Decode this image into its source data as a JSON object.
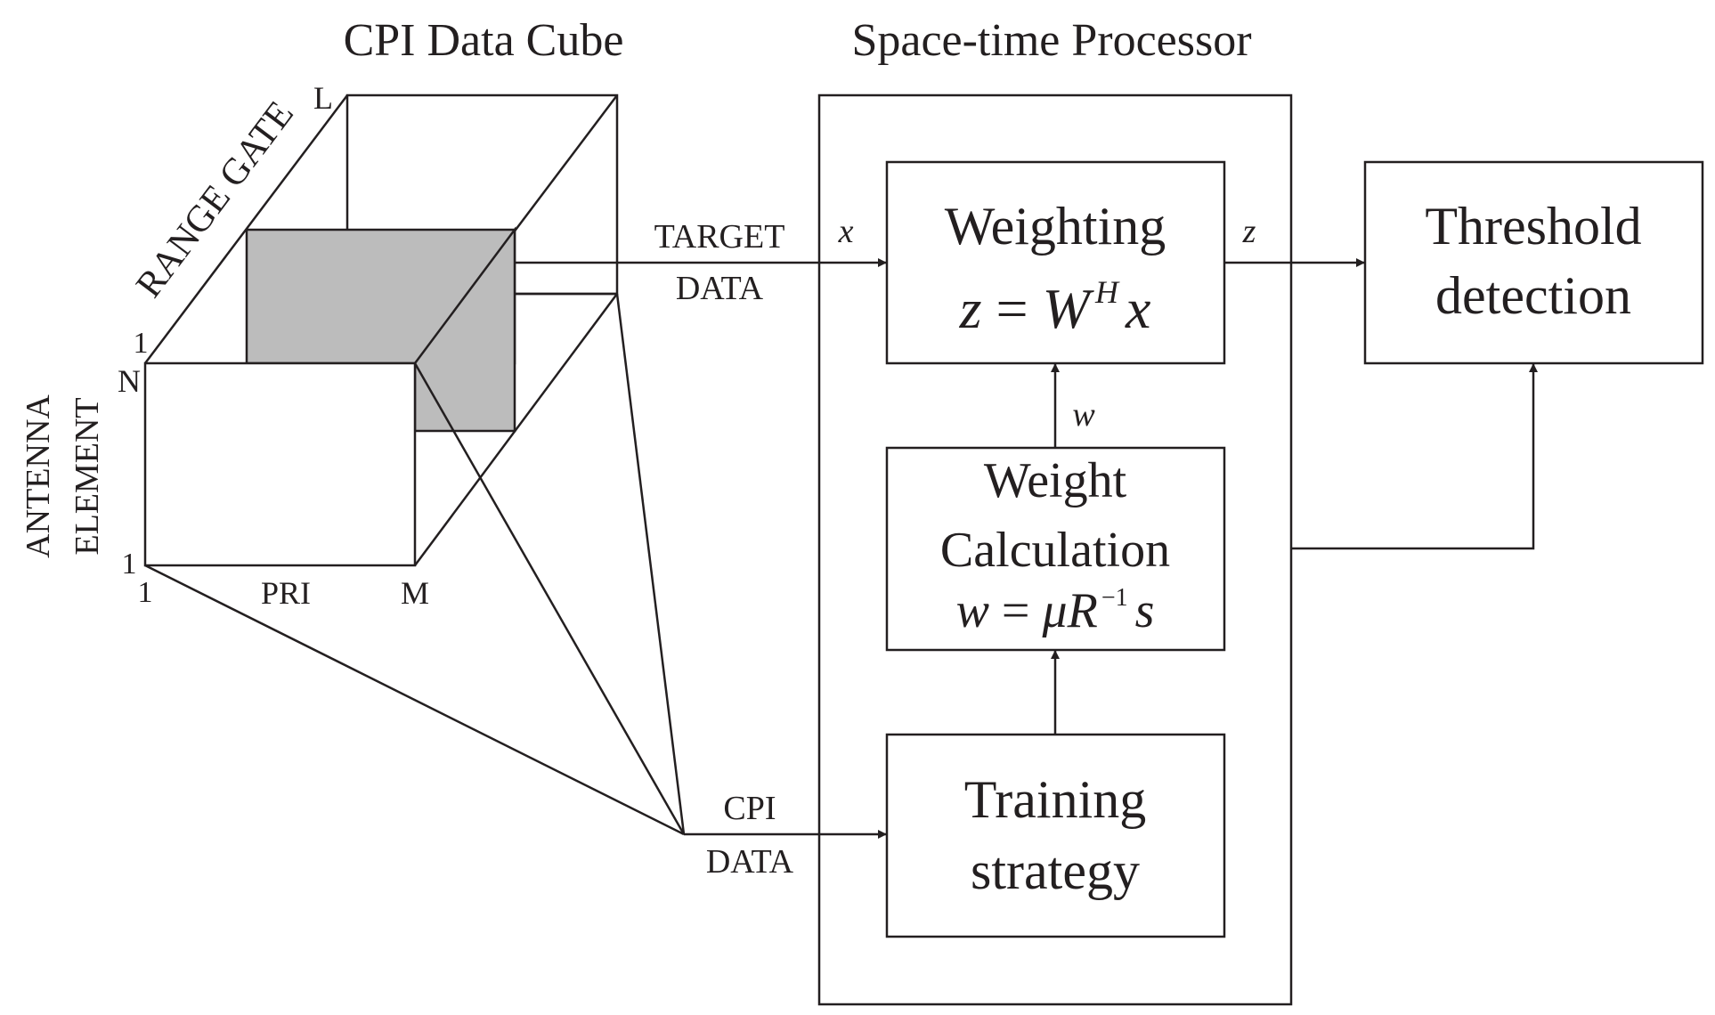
{
  "titles": {
    "cube": "CPI Data Cube",
    "processor": "Space-time Processor"
  },
  "cube_labels": {
    "range_gate": "RANGE GATE",
    "antenna_line1": "ANTENNA",
    "antenna_line2": "ELEMENT",
    "pri": "PRI",
    "L": "L",
    "M": "M",
    "N": "N",
    "one_top": "1",
    "one_left": "1",
    "one_bottom": "1"
  },
  "flows": {
    "target_line1": "TARGET",
    "target_line2": "DATA",
    "cpi_line1": "CPI",
    "cpi_line2": "DATA",
    "x": "x",
    "z": "z",
    "w": "w"
  },
  "blocks": {
    "weighting": {
      "title": "Weighting",
      "eq_lhs": "z",
      "eq_eq": " = ",
      "eq_W": "W",
      "eq_sup": "H",
      "eq_x": "x"
    },
    "weight_calc": {
      "line1": "Weight",
      "line2": "Calculation",
      "eq_lhs": "w",
      "eq_eq": " = ",
      "eq_mu": "μ",
      "eq_R": "R",
      "eq_sup": "−1",
      "eq_s": "s"
    },
    "training": {
      "line1": "Training",
      "line2": "strategy"
    },
    "threshold": {
      "line1": "Threshold",
      "line2": "detection"
    }
  },
  "colors": {
    "ink": "#231f20",
    "shade": "#bcbcbc",
    "background": "#ffffff"
  }
}
